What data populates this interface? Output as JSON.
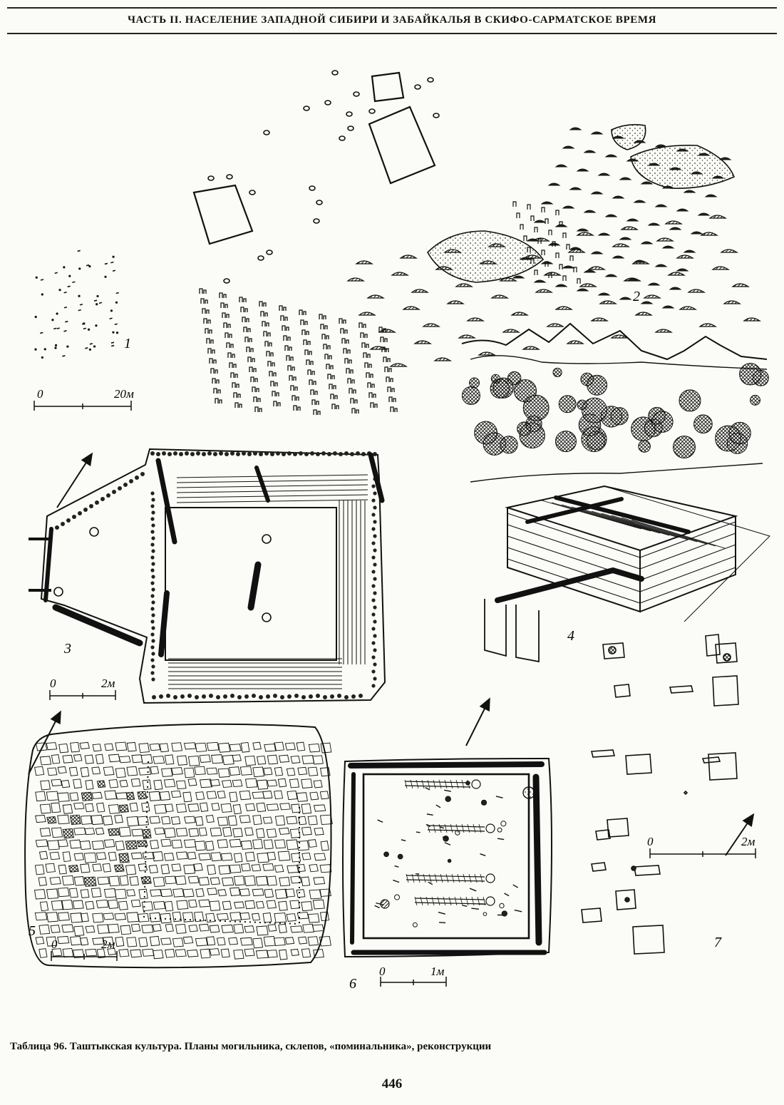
{
  "header": {
    "running_title": "ЧАСТЬ II. НАСЕЛЕНИЕ ЗАПАДНОЙ СИБИРИ И ЗАБАЙКАЛЬЯ В СКИФО-САРМАТСКОЕ ВРЕМЯ"
  },
  "figures": [
    {
      "number": "1"
    },
    {
      "number": "2"
    },
    {
      "number": "3"
    },
    {
      "number": "4"
    },
    {
      "number": "5"
    },
    {
      "number": "6"
    },
    {
      "number": "7"
    }
  ],
  "scales": {
    "fig1": {
      "zero": "0",
      "length": "20м"
    },
    "fig3": {
      "zero": "0",
      "length": "2м"
    },
    "fig5": {
      "zero": "0",
      "length": "2м"
    },
    "fig6": {
      "zero": "0",
      "length": "1м"
    },
    "fig7": {
      "zero": "0",
      "length": "2м"
    }
  },
  "caption": "Таблица 96. Таштыкская культура. Планы могильника, склепов, «поминальника», реконструкции",
  "page_number": "446"
}
